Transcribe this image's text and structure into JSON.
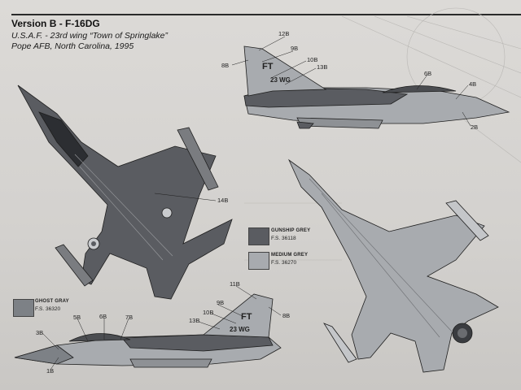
{
  "header": {
    "title": "Version B - F-16DG",
    "subtitle_line1": "U.S.A.F. - 23rd wing “Town of Springlake”",
    "subtitle_line2": "Pope AFB, North Carolina, 1995"
  },
  "markings": {
    "tail_code": "FT",
    "wing_code": "23 WG"
  },
  "callouts": {
    "c12B": "12B",
    "c9B_top": "9B",
    "c8B_top": "8B",
    "c10B_top": "10B",
    "c13B_top": "13B",
    "c6B_top": "6B",
    "c4B": "4B",
    "c2B": "2B",
    "c14B": "14B",
    "c11B": "11B",
    "c9B_bot": "9B",
    "c8B_bot": "8B",
    "c10B_bot": "10B",
    "c13B_bot": "13B",
    "c5B": "5B",
    "c6B_bot": "6B",
    "c7B": "7B",
    "c3B": "3B",
    "c1B": "1B"
  },
  "colors": {
    "gunship_grey": "#5a5c61",
    "medium_grey": "#a8abaf",
    "ghost_gray": "#7d8186",
    "line": "#1e1e1e"
  },
  "swatches": [
    {
      "name": "Gunship Grey",
      "fs": "F.S. 36118",
      "color": "#5a5c61"
    },
    {
      "name": "Medium Grey",
      "fs": "F.S. 36270",
      "color": "#a8abaf"
    },
    {
      "name": "Ghost Gray",
      "fs": "F.S. 36320",
      "color": "#7d8186"
    }
  ]
}
